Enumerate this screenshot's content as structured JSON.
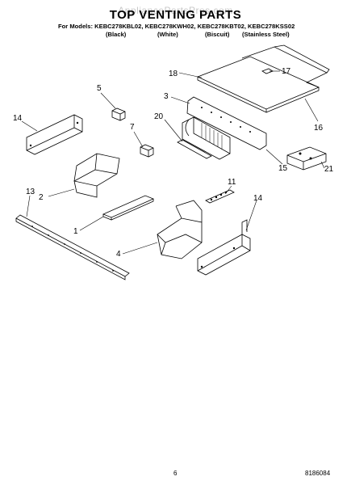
{
  "header": {
    "watermark": "AppliancePartsPros.com",
    "title": "TOP VENTING PARTS",
    "models_line": "For Models: KEBC278KBL02, KEBC278KWH02, KEBC278KBT02, KEBC278KSS02",
    "colors": [
      "(Black)",
      "(White)",
      "(Biscuit)",
      "(Stainless Steel)"
    ]
  },
  "callouts": [
    "18",
    "17",
    "3",
    "16",
    "5",
    "14",
    "20",
    "15",
    "21",
    "7",
    "11",
    "13",
    "2",
    "1",
    "14",
    "4"
  ],
  "footer": {
    "page_number": "6",
    "doc_number": "8186084"
  }
}
